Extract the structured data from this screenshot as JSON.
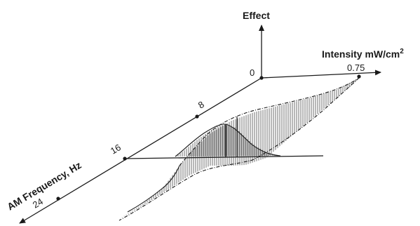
{
  "axes": {
    "effect_label": "Effect",
    "intensity_label": "Intensity mW/cm",
    "intensity_superscript": "2",
    "frequency_label": "AM Frequency, Hz"
  },
  "ticks": {
    "origin": "0",
    "intensity_value": "0.75",
    "freq_8": "8",
    "freq_16": "16",
    "freq_24": "24"
  }
}
